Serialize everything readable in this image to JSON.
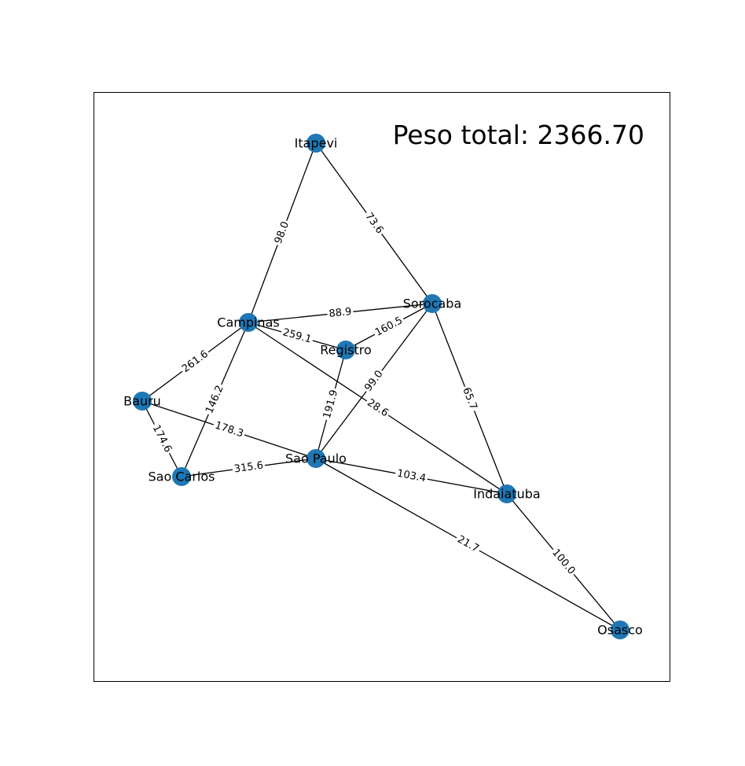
{
  "title": "Peso total: 2366.70",
  "colors": {
    "node": "#1f77b4",
    "edge": "#000000",
    "frame": "#000000",
    "background": "#ffffff"
  },
  "graph": {
    "nodes": [
      {
        "id": "itapevi",
        "label": "Itapevi"
      },
      {
        "id": "sorocaba",
        "label": "Sorocaba"
      },
      {
        "id": "campinas",
        "label": "Campinas"
      },
      {
        "id": "registro",
        "label": "Registro"
      },
      {
        "id": "bauru",
        "label": "Bauru"
      },
      {
        "id": "saocarlos",
        "label": "Sao Carlos"
      },
      {
        "id": "saopaulo",
        "label": "Sao Paulo"
      },
      {
        "id": "indaiatuba",
        "label": "Indaiatuba"
      },
      {
        "id": "osasco",
        "label": "Osasco"
      }
    ],
    "edges": [
      {
        "source": "itapevi",
        "target": "campinas",
        "weight": "98.0"
      },
      {
        "source": "itapevi",
        "target": "sorocaba",
        "weight": "73.6"
      },
      {
        "source": "campinas",
        "target": "sorocaba",
        "weight": "88.9"
      },
      {
        "source": "campinas",
        "target": "registro",
        "weight": "259.1"
      },
      {
        "source": "sorocaba",
        "target": "registro",
        "weight": "160.5"
      },
      {
        "source": "campinas",
        "target": "bauru",
        "weight": "261.6"
      },
      {
        "source": "campinas",
        "target": "saocarlos",
        "weight": "146.2"
      },
      {
        "source": "campinas",
        "target": "indaiatuba",
        "weight": "28.6"
      },
      {
        "source": "sorocaba",
        "target": "saopaulo",
        "weight": "99.0"
      },
      {
        "source": "sorocaba",
        "target": "indaiatuba",
        "weight": "65.7"
      },
      {
        "source": "registro",
        "target": "saopaulo",
        "weight": "191.9"
      },
      {
        "source": "bauru",
        "target": "saopaulo",
        "weight": "178.3"
      },
      {
        "source": "bauru",
        "target": "saocarlos",
        "weight": "174.6"
      },
      {
        "source": "saocarlos",
        "target": "saopaulo",
        "weight": "315.6"
      },
      {
        "source": "saopaulo",
        "target": "indaiatuba",
        "weight": "103.4"
      },
      {
        "source": "saopaulo",
        "target": "osasco",
        "weight": "21.7"
      },
      {
        "source": "indaiatuba",
        "target": "osasco",
        "weight": "100.0"
      }
    ]
  }
}
